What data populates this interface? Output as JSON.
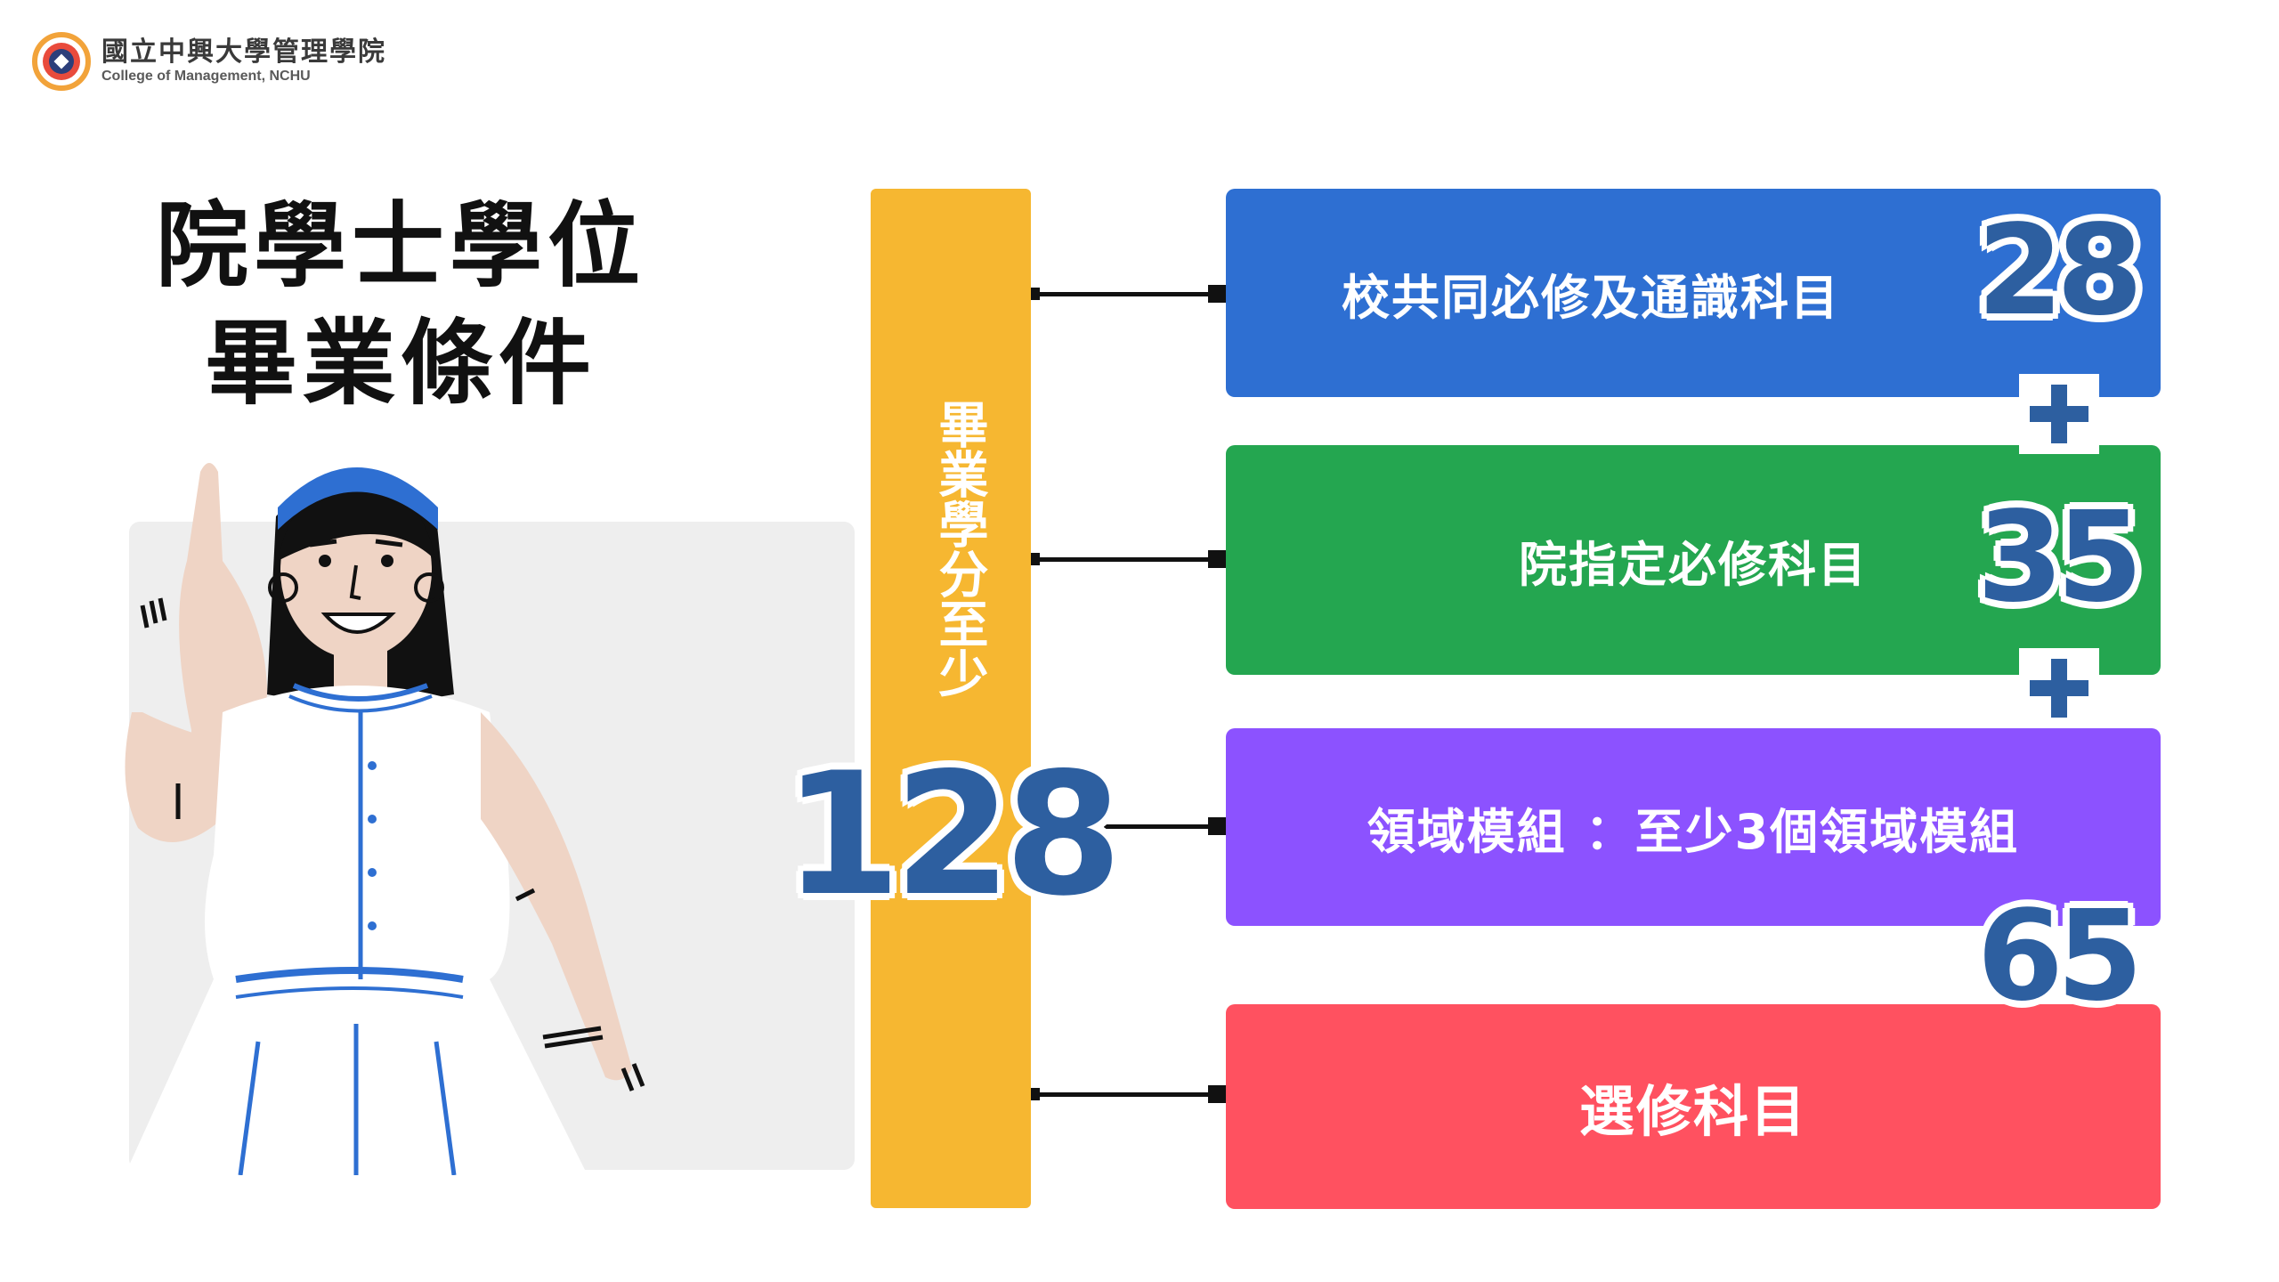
{
  "header": {
    "logo_cn": "國立中興大學管理學院",
    "logo_en": "College of Management, NCHU"
  },
  "title": {
    "line1": "院學士學位",
    "line2": "畢業條件"
  },
  "total": {
    "label": "畢業學分至少",
    "value": "128",
    "color": "#f6b731"
  },
  "components": [
    {
      "label": "校共同必修及通識科目",
      "value": "28",
      "color": "#2e6fd2"
    },
    {
      "label": "院指定必修科目",
      "value": "35",
      "color": "#24a650"
    },
    {
      "label": "領域模組 ：至少3個領域模組",
      "value": "65",
      "color": "#8c52ff"
    },
    {
      "label": "選修科目",
      "color": "#ff5160"
    }
  ],
  "operators": [
    "+",
    "+"
  ],
  "number_color": "#2d5fa0"
}
